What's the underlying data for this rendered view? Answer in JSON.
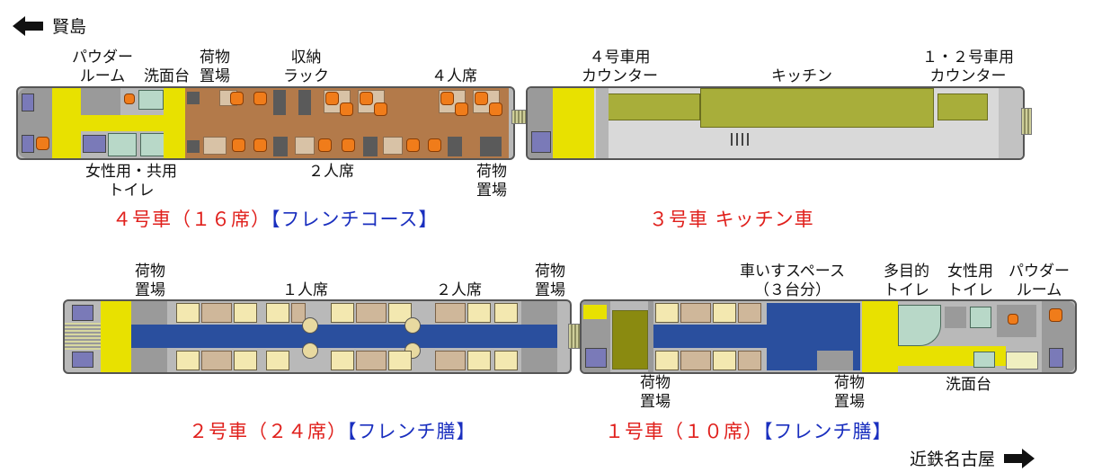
{
  "directions": {
    "left": "賢島",
    "right": "近鉄名古屋"
  },
  "colors": {
    "title_red": "#e0201c",
    "title_blue": "#1a2fbf",
    "public_area": "#e8e100",
    "aisle": "#2a4f9e",
    "dining_floor": "#b37a4a",
    "seat_orange": "#f07c1a",
    "kitchen_counter": "#a8ae3a"
  },
  "cars": {
    "car4": {
      "title": "４号車（１６席）",
      "category": "【フレンチコース】",
      "labels": {
        "powder_room": [
          "パウダー",
          "ルーム"
        ],
        "washbasin": "洗面台",
        "luggage_top": [
          "荷物",
          "置場"
        ],
        "storage_rack": [
          "収納",
          "ラック"
        ],
        "four_seat": "４人席",
        "toilet": [
          "女性用・共用",
          "トイレ"
        ],
        "two_seat": "２人席",
        "luggage_bottom": [
          "荷物",
          "置場"
        ]
      }
    },
    "car3": {
      "title": "３号車 キッチン車",
      "labels": {
        "counter_4": [
          "４号車用",
          "カウンター"
        ],
        "kitchen": "キッチン",
        "counter_12": [
          "１・２号車用",
          "カウンター"
        ]
      }
    },
    "car2": {
      "title": "２号車（２４席）",
      "category": "【フレンチ膳】",
      "labels": {
        "luggage_left": [
          "荷物",
          "置場"
        ],
        "one_seat": "１人席",
        "two_seat": "２人席",
        "luggage_right": [
          "荷物",
          "置場"
        ]
      }
    },
    "car1": {
      "title": "１号車（１０席）",
      "category": "【フレンチ膳】",
      "labels": {
        "wheelchair": [
          "車いすスペース",
          "（３台分）"
        ],
        "multi_toilet": [
          "多目的",
          "トイレ"
        ],
        "women_toilet": [
          "女性用",
          "トイレ"
        ],
        "powder_room": [
          "パウダー",
          "ルーム"
        ],
        "luggage_left": [
          "荷物",
          "置場"
        ],
        "luggage_right": [
          "荷物",
          "置場"
        ],
        "washbasin": "洗面台"
      }
    }
  }
}
